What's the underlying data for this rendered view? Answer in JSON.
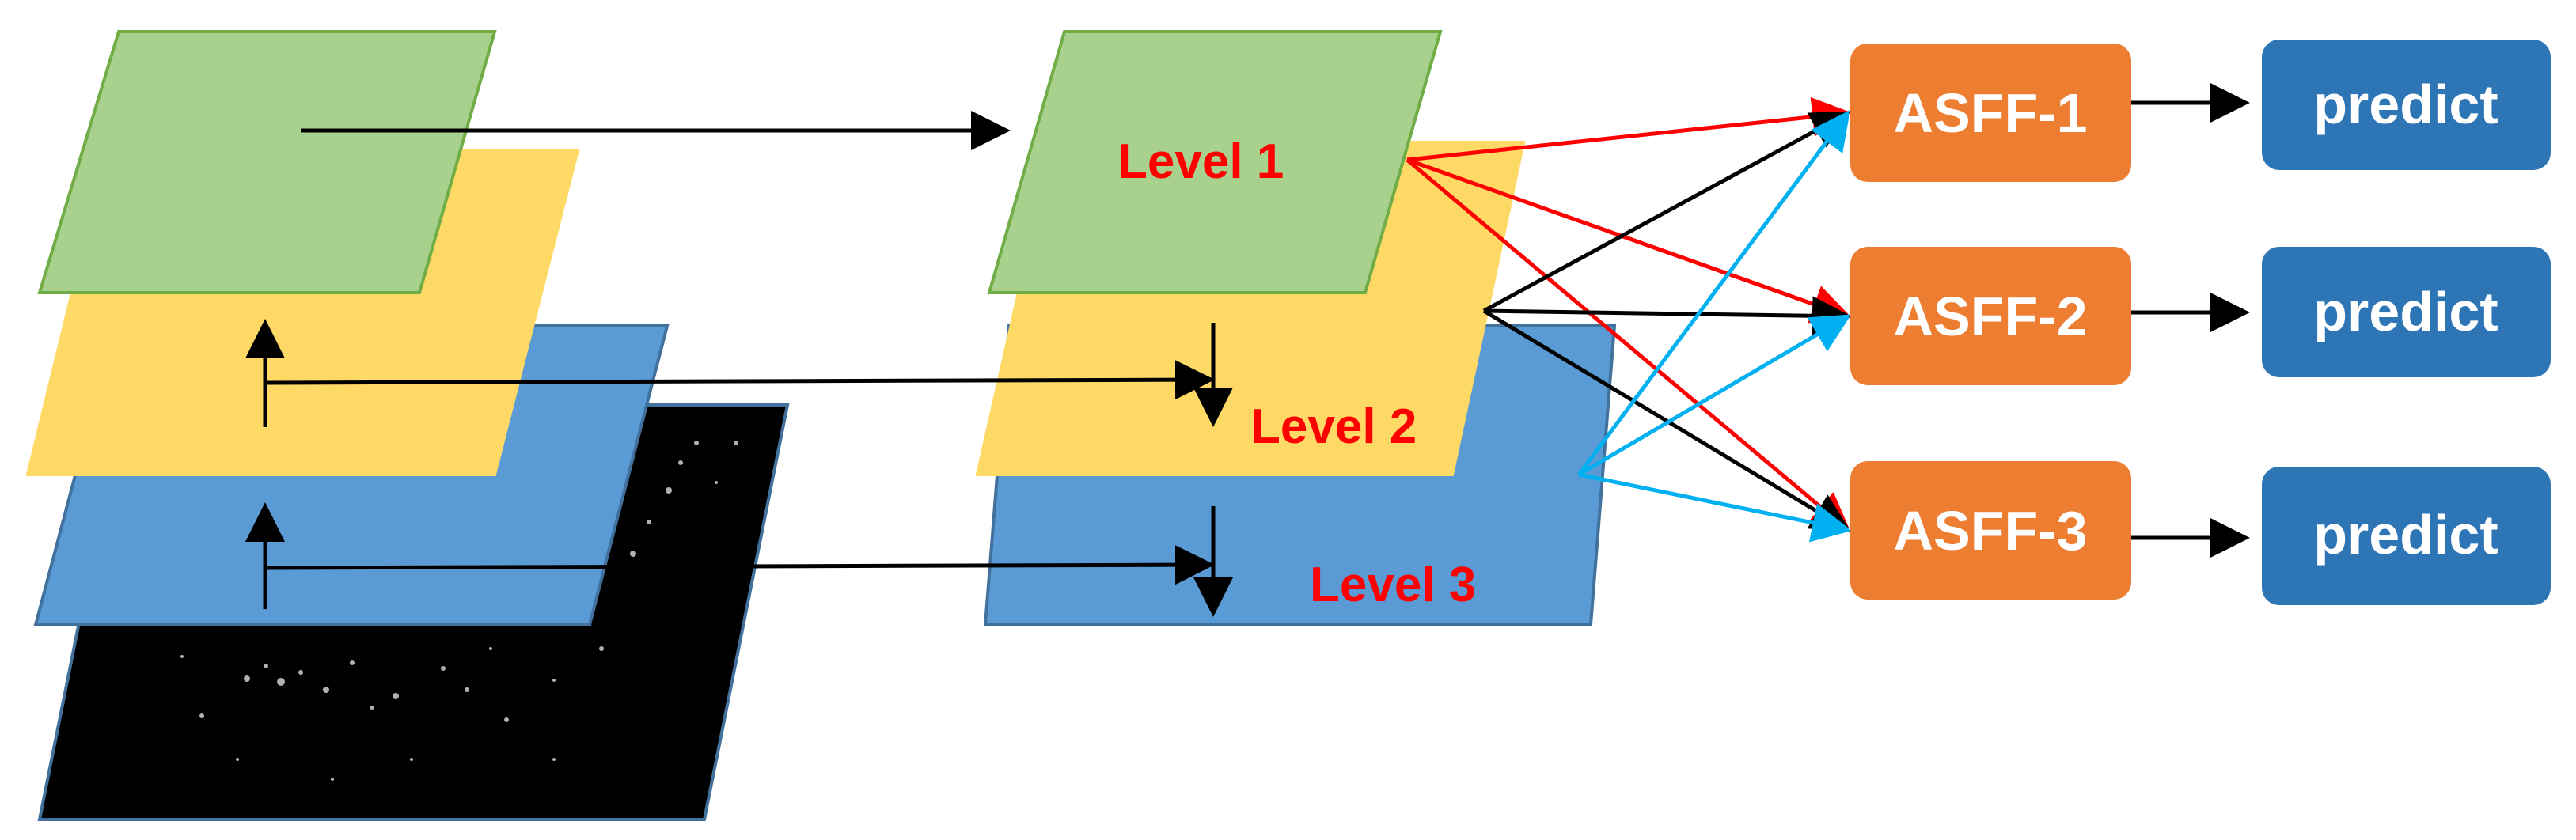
{
  "colors": {
    "green_plane": "#a9d18e",
    "green_edge": "#70ad47",
    "yellow_plane": "#ffd966",
    "blue_plane": "#5b9bd5",
    "blue_edge": "#41719c",
    "image_plane": "#000000",
    "asff_box": "#ed7d31",
    "predict_box": "#2e75b6",
    "level_text": "#ff0000",
    "arrow_black": "#000000",
    "arrow_red": "#ff0000",
    "arrow_cyan": "#00b0f0"
  },
  "levels": {
    "level1": "Level 1",
    "level2": "Level 2",
    "level3": "Level 3"
  },
  "asff": {
    "asff1": "ASFF-1",
    "asff2": "ASFF-2",
    "asff3": "ASFF-3"
  },
  "predict": {
    "p1": "predict",
    "p2": "predict",
    "p3": "predict"
  }
}
